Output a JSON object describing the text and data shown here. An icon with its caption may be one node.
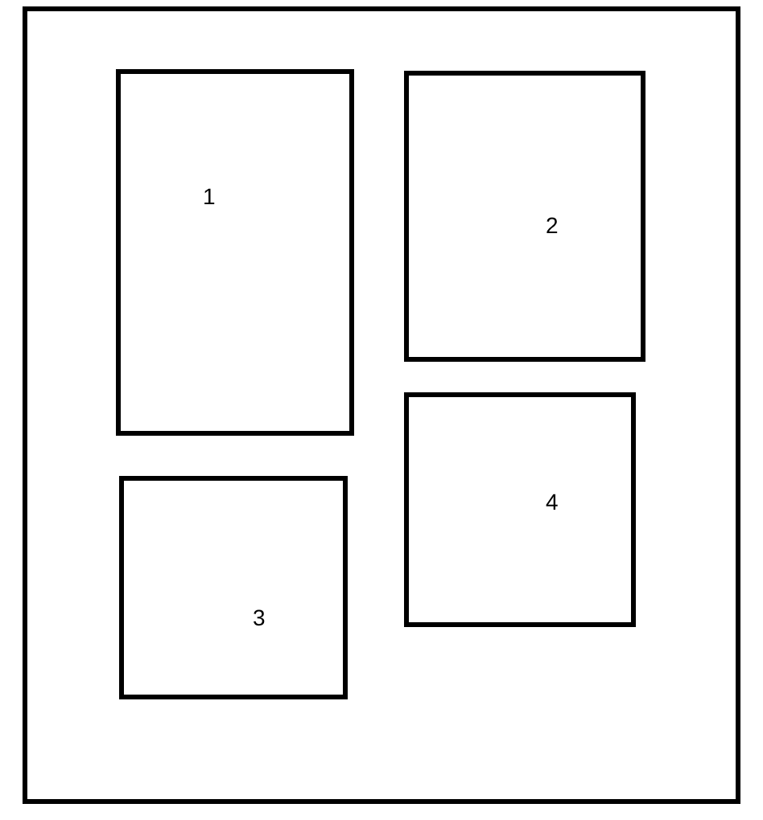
{
  "diagram": {
    "nodes": [
      {
        "text": [],
        "shape": "box"
      },
      {
        "text": [
          "1"
        ],
        "in": 0
      },
      {
        "text": [
          "2"
        ],
        "in": 0
      },
      {
        "text": [
          "3"
        ],
        "in": 0
      },
      {
        "text": [
          "4"
        ],
        "in": 0
      }
    ]
  }
}
